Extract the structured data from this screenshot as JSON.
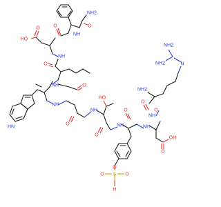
{
  "molecule": {
    "atom_labels": {
      "nh2_phe": "NH2",
      "o_phe_amide": "O",
      "nh_phe": "NH",
      "ho_asp1": "HO",
      "o_asp1_acid": "O",
      "nh_asp1": "NH",
      "o_asp1_amide": "O",
      "nh_nle": "NH",
      "o_nle_amide": "O",
      "nh_trp": "NH",
      "o_trp_amide": "O",
      "hn_indole": "HN",
      "nh_gly": "NH",
      "o_gly_amide": "O",
      "ho_thr": "HO",
      "o_thr_amide": "O",
      "nh_thr": "NH",
      "o_tyr_amide": "O",
      "nh_tyr": "NH",
      "o_asp2_amide": "O",
      "nh_asp2": "NH",
      "oh_asp2": "OH",
      "o_asp2_acid": "O",
      "nh2_arg": "NH2",
      "o_arg_amide": "O",
      "nh2_guan1": "NH2",
      "nh2_guan2": "NH2",
      "n_guan": "N",
      "o_sulf": "O",
      "s_sulf": "S",
      "o_sulf_up": "O",
      "o_sulf_down": "O",
      "h_sulf": "H"
    }
  }
}
